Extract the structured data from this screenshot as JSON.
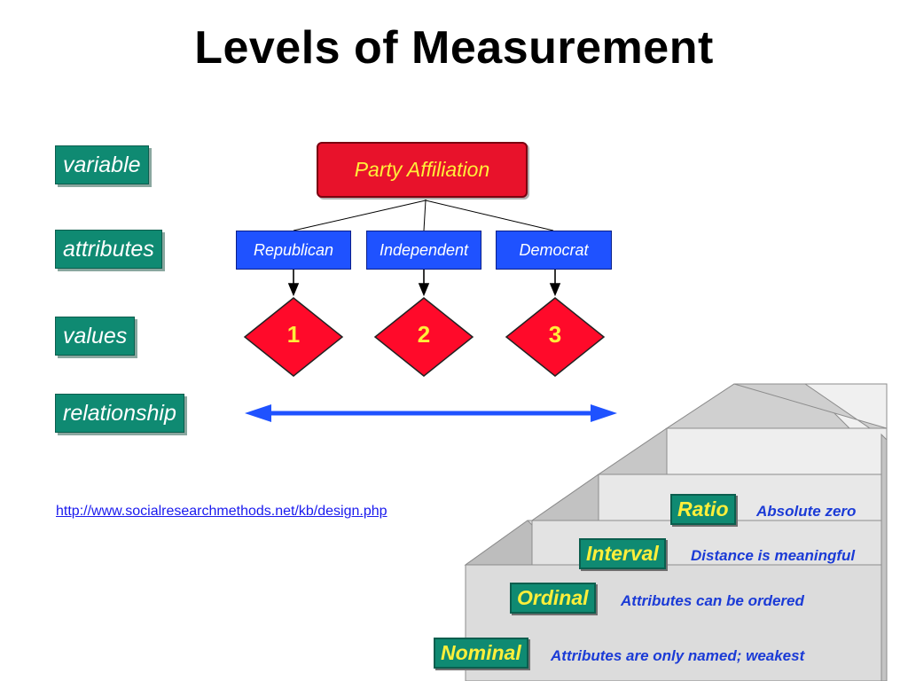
{
  "title": "Levels of Measurement",
  "row_labels": {
    "variable": "variable",
    "attributes": "attributes",
    "values": "values",
    "relationship": "relationship"
  },
  "variable": "Party Affiliation",
  "attributes": [
    "Republican",
    "Independent",
    "Democrat"
  ],
  "values": [
    "1",
    "2",
    "3"
  ],
  "source_link": "http://www.socialresearchmethods.net/kb/design.php",
  "levels": [
    {
      "name": "Nominal",
      "description": "Attributes are only named; weakest"
    },
    {
      "name": "Ordinal",
      "description": "Attributes can be ordered"
    },
    {
      "name": "Interval",
      "description": "Distance is meaningful"
    },
    {
      "name": "Ratio",
      "description": "Absolute zero"
    }
  ],
  "colors": {
    "tag_bg": "#0f8a72",
    "variable_bg": "#e8122b",
    "attribute_bg": "#1f52ff",
    "value_bg": "#ff0a2a",
    "arrow": "#1f52ff",
    "label_text": "#ffef3a"
  }
}
